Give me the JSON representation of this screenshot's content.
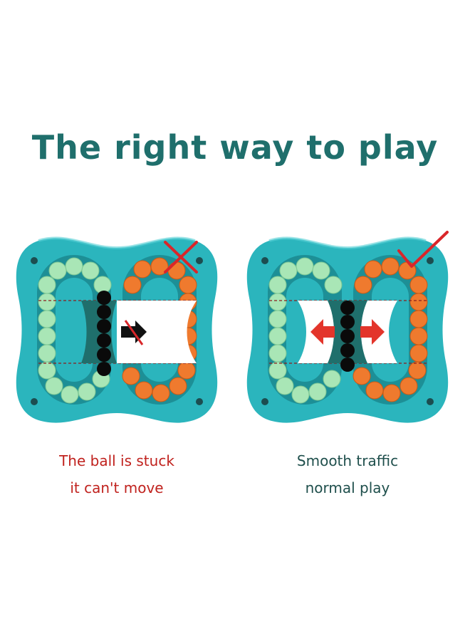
{
  "headline": "The right way to play",
  "colors": {
    "headline": "#1f6f6c",
    "body_teal": "#2bb5bd",
    "green_ball": "#a9e6b6",
    "orange_ball": "#ef7a2e",
    "black_ball": "#0a0a0a",
    "wrong_mark": "#d9262a",
    "right_mark": "#d9262a",
    "arrow_red": "#e3352b",
    "left_caption": "#c0221e",
    "right_caption": "#1f4f4c"
  },
  "panels": [
    {
      "status_icon": "cross-mark-icon",
      "state": "stuck",
      "caption_lines": [
        "The ball is stuck",
        "it can't move"
      ]
    },
    {
      "status_icon": "check-mark-icon",
      "state": "smooth",
      "caption_lines": [
        "Smooth traffic",
        "normal play"
      ]
    }
  ]
}
